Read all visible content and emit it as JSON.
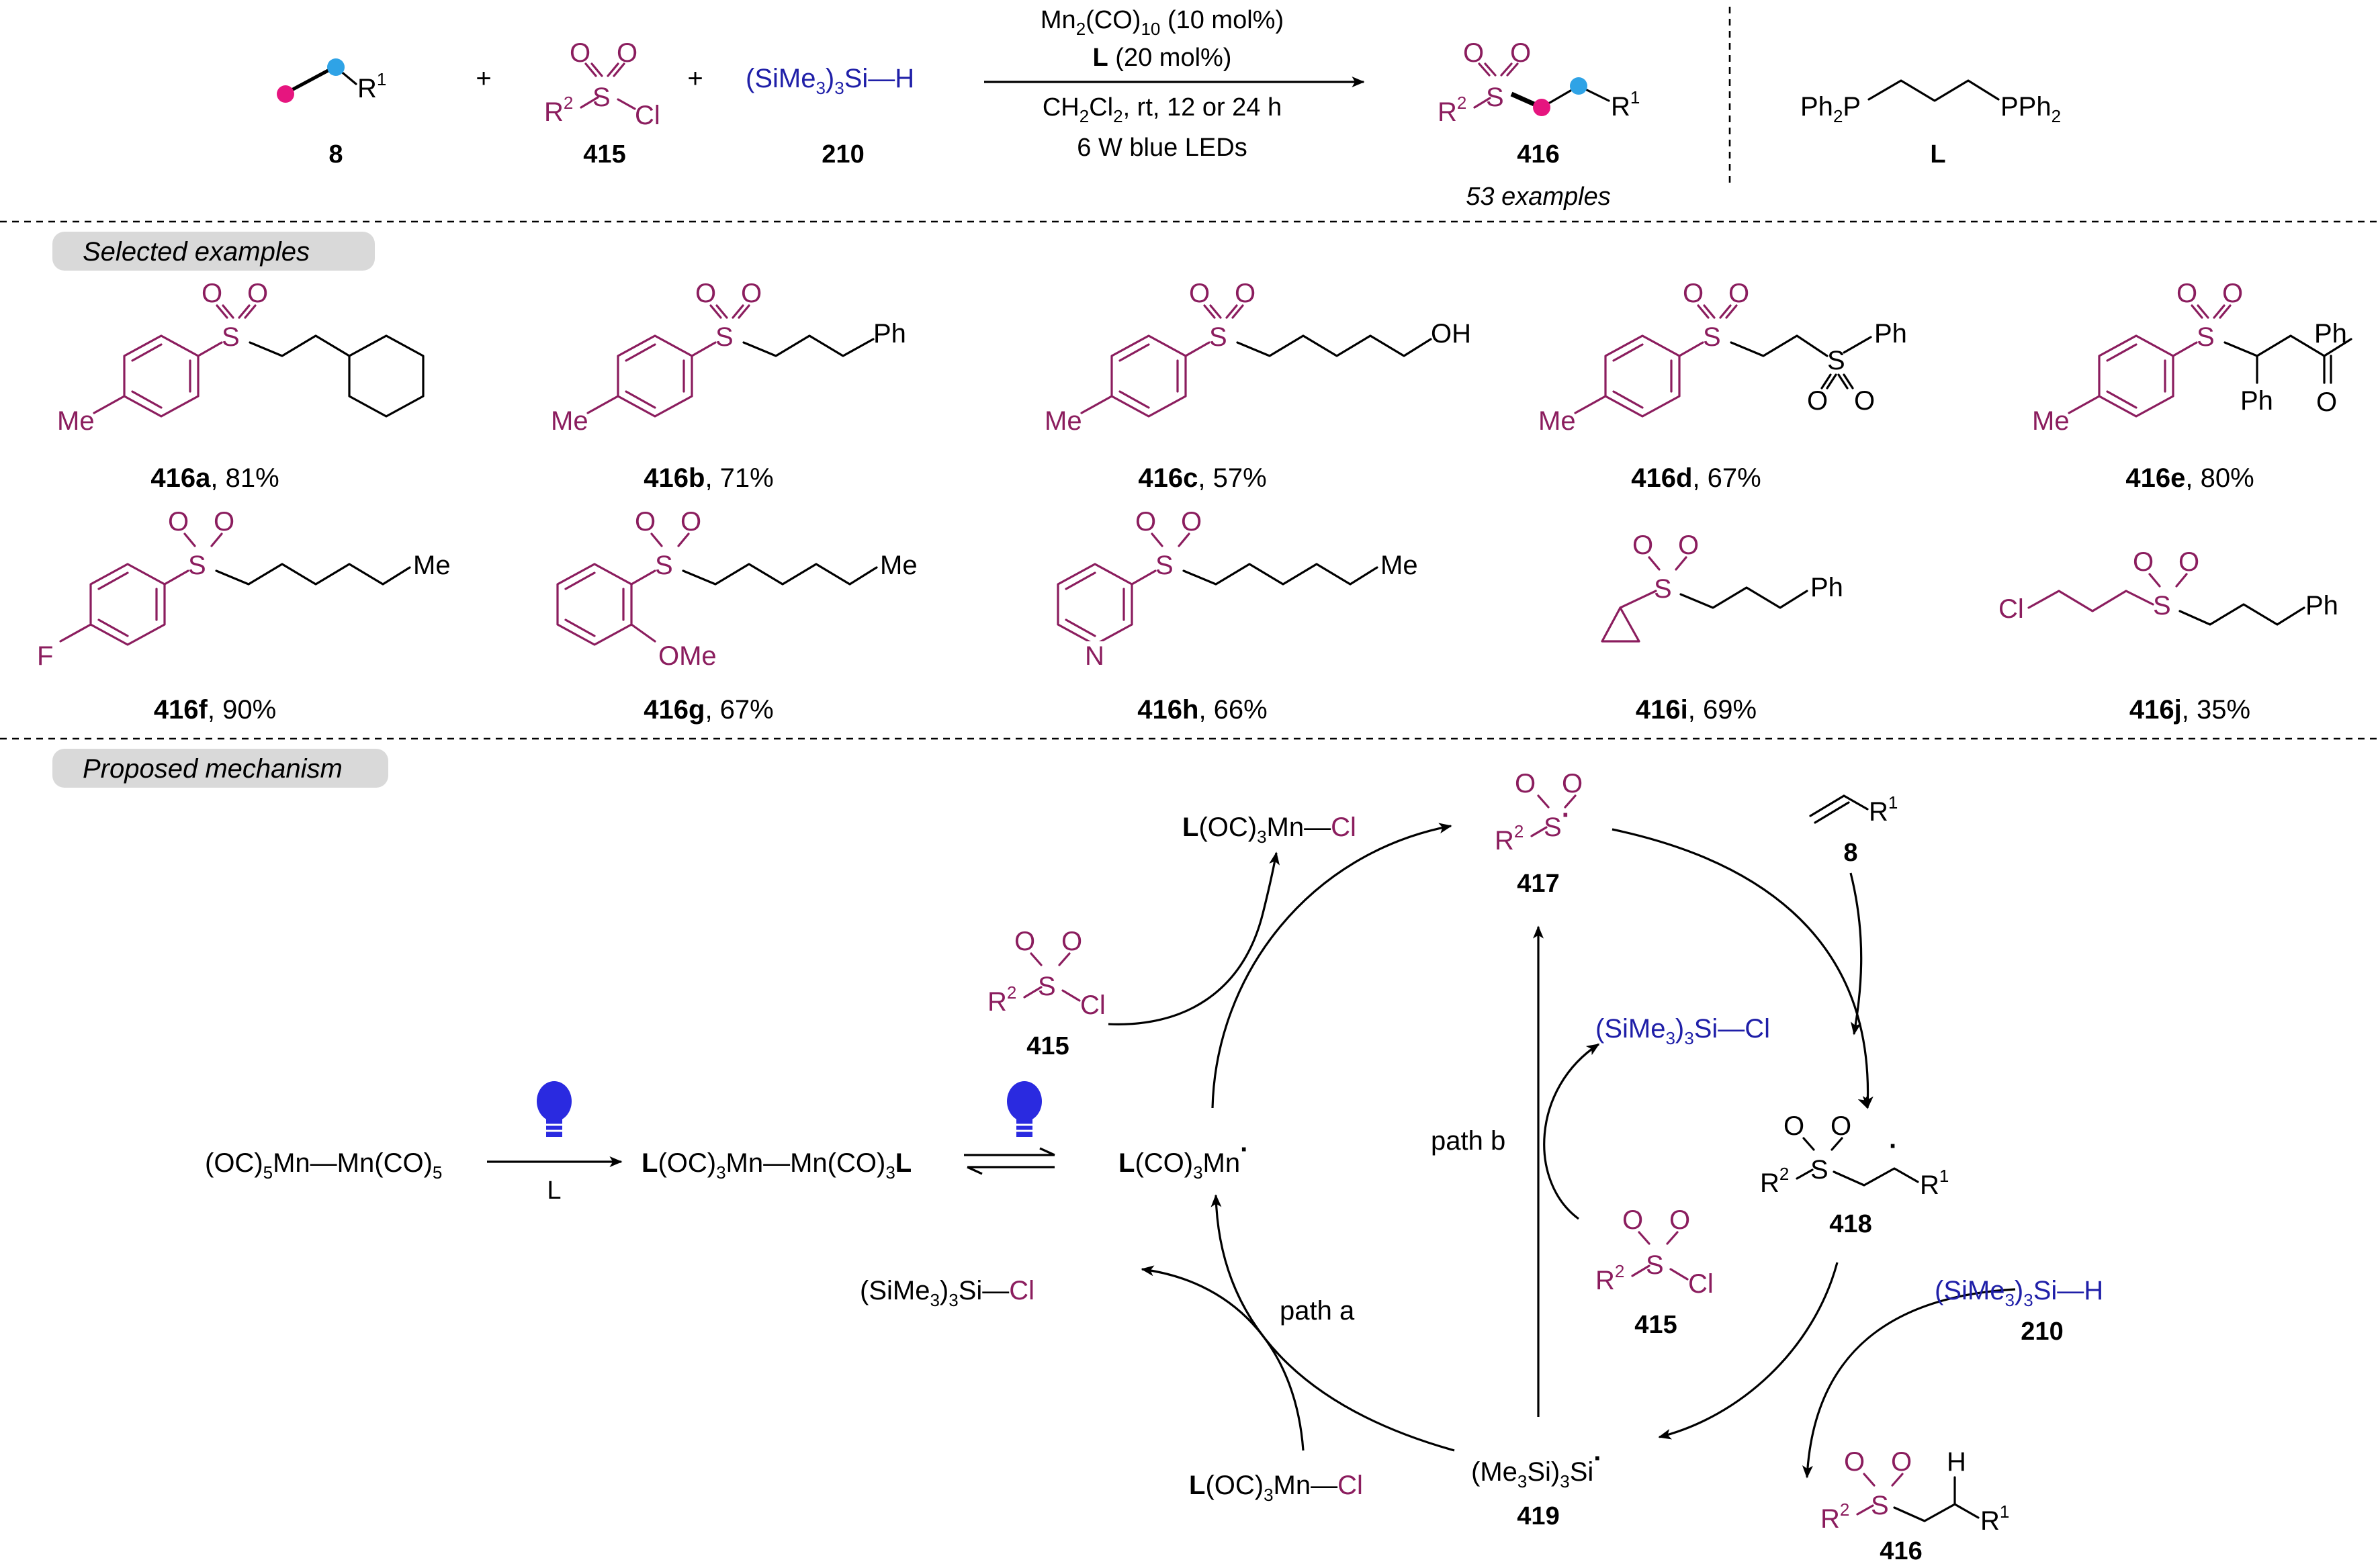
{
  "reaction": {
    "reactant_1_label": "8",
    "reactant_1_r": "R",
    "reactant_2_label": "415",
    "reactant_3_label": "210",
    "reactant_3_formula_a": "(SiMe",
    "reactant_3_formula_b": ")",
    "reactant_3_formula_c": "Si—H",
    "plus": "+",
    "cond_1a": "Mn",
    "cond_1b": "(CO)",
    "cond_1c": " (10 mol%)",
    "cond_2a": "L",
    "cond_2b": " (20 mol%)",
    "cond_3a": "CH",
    "cond_3b": "Cl",
    "cond_3c": ", rt, 12 or 24 h",
    "cond_4": "6 W blue LEDs",
    "product_label": "416",
    "product_examples": "53 examples",
    "ligand_left": "Ph",
    "ligand_p": "P",
    "ligand_right": "PPh",
    "ligand_label": "L"
  },
  "sections": {
    "examples_title": "Selected examples",
    "mechanism_title": "Proposed mechanism"
  },
  "examples": [
    {
      "id": "416a",
      "yield": ", 81%"
    },
    {
      "id": "416b",
      "yield": ", 71%"
    },
    {
      "id": "416c",
      "yield": ", 57%"
    },
    {
      "id": "416d",
      "yield": ", 67%"
    },
    {
      "id": "416e",
      "yield": ", 80%"
    },
    {
      "id": "416f",
      "yield": ", 90%"
    },
    {
      "id": "416g",
      "yield": ", 67%"
    },
    {
      "id": "416h",
      "yield": ", 66%"
    },
    {
      "id": "416i",
      "yield": ", 69%"
    },
    {
      "id": "416j",
      "yield": ", 35%"
    }
  ],
  "atoms": {
    "S": "S",
    "O": "O",
    "Cl": "Cl",
    "Me": "Me",
    "Ph": "Ph",
    "OH": "OH",
    "F": "F",
    "OMe": "OMe",
    "N": "N",
    "H": "H",
    "R": "R",
    "one": "1",
    "two": "2",
    "three": "3",
    "five": "5",
    "ten": "10"
  },
  "mechanism": {
    "mn2": "(OC)",
    "mn2_mid": "Mn—Mn(CO)",
    "arrow_L": "L",
    "mnL_a": "L",
    "mnL_b": "(OC)",
    "mnL_c": "Mn—Mn(CO)",
    "mnL_d": "L",
    "radical_a": "L",
    "radical_b": "(CO)",
    "radical_c": "Mn",
    "mncl_a": "L",
    "mncl_b": "(OC)",
    "mncl_c": "Mn—",
    "mncl_d": "Cl",
    "sicl_a": "(SiMe",
    "sicl_b": ")",
    "sicl_c": "Si—",
    "sicl_d": "Cl",
    "si_radical_a": "(Me",
    "si_radical_b": "Si)",
    "si_radical_c": "Si",
    "path_a": "path a",
    "path_b": "path b",
    "label_415": "415",
    "label_417": "417",
    "label_418": "418",
    "label_419": "419",
    "label_416": "416",
    "label_210": "210",
    "label_8": "8",
    "dot": "·"
  },
  "colors": {
    "magenta": "#8b1d5e",
    "blue": "#1f1fa8",
    "pink_dot": "#e6157f",
    "cyan_dot": "#2fa3e6",
    "bulb": "#2a2ae0",
    "pill": "#d9d9d9"
  }
}
